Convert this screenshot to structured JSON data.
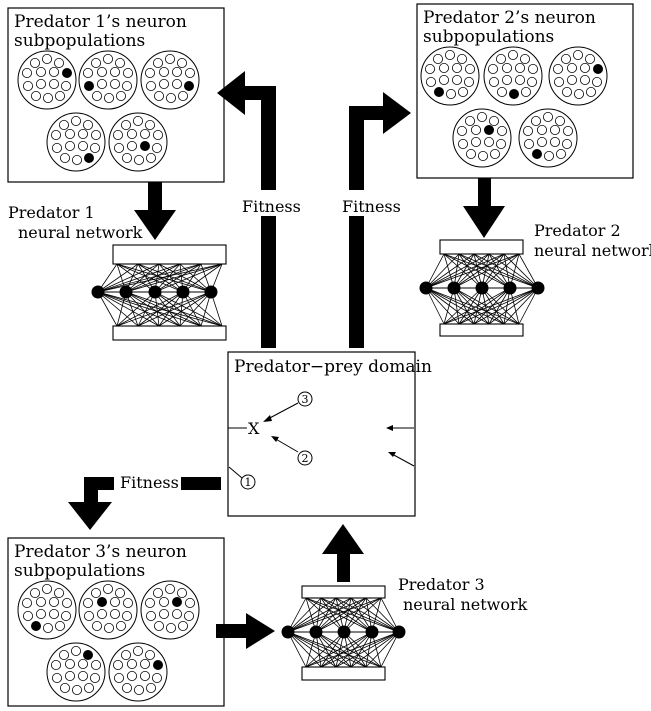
{
  "predator1": {
    "subpop_title_line1": "Predator 1’s neuron",
    "subpop_title_line2": "subpopulations",
    "network_label_line1": "Predator 1",
    "network_label_line2": "neural network"
  },
  "predator2": {
    "subpop_title_line1": "Predator 2’s neuron",
    "subpop_title_line2": "subpopulations",
    "network_label_line1": "Predator 2",
    "network_label_line2": "neural network"
  },
  "predator3": {
    "subpop_title_line1": "Predator 3’s neuron",
    "subpop_title_line2": "subpopulations",
    "network_label_line1": "Predator 3",
    "network_label_line2": "neural network"
  },
  "fitness_labels": {
    "left": "Fitness",
    "right": "Fitness",
    "bottom": "Fitness"
  },
  "domain": {
    "title": "Predator−prey domain",
    "prey_marker": "X",
    "predator_numbers": [
      "1",
      "2",
      "3"
    ]
  },
  "colors": {
    "ink": "#000000",
    "paper": "#ffffff"
  }
}
